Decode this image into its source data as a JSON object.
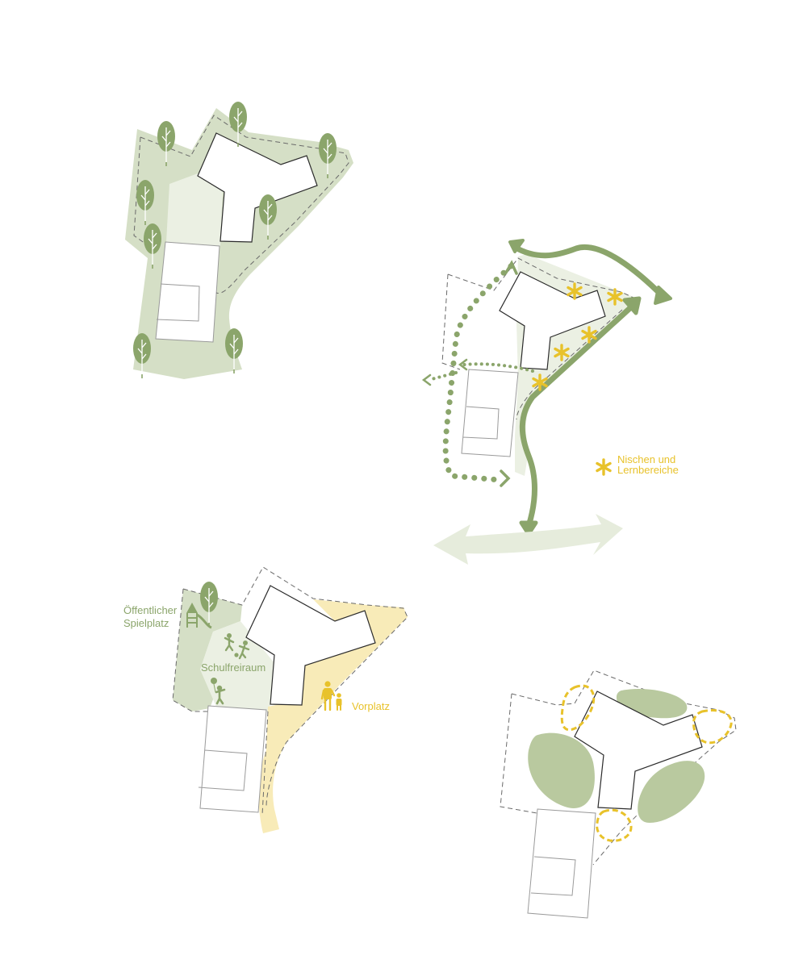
{
  "colors": {
    "green_dark": "#8ba56b",
    "green_medium": "#b9c99f",
    "green_light": "#d5dfc6",
    "green_pale": "#ebf0e3",
    "yellow": "#e8c22b",
    "yellow_light": "#f8ebb8",
    "outline": "#2b2b2b",
    "dashed": "#6a6a6a",
    "background": "#ffffff"
  },
  "diagrams": {
    "trees": {
      "icon": "tree-icon"
    },
    "paths": {
      "legend_icon": "asterisk-icon",
      "legend_line1": "Nischen und",
      "legend_line2": "Lernbereiche"
    },
    "zones": {
      "spielplatz_line1": "Öffentlicher",
      "spielplatz_line2": "Spielplatz",
      "schulfreiraum": "Schulfreiraum",
      "vorplatz": "Vorplatz",
      "icons": [
        "tree-icon",
        "playground-slide-icon",
        "children-playing-icon",
        "child-balloon-icon",
        "parent-child-icon"
      ]
    },
    "volumes": {
      "icons": [
        "green-area-blob",
        "yellow-dashed-loop"
      ]
    }
  }
}
